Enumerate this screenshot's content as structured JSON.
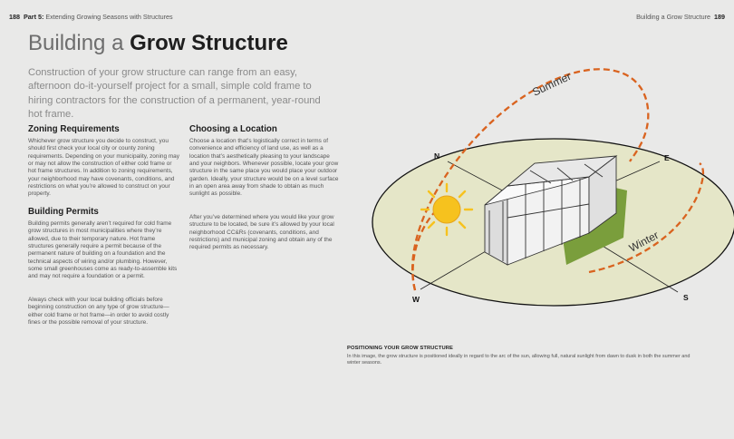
{
  "left_page": {
    "page_number": "188",
    "part_label": "Part 5:",
    "part_title": "Extending Growing Seasons with Structures"
  },
  "right_page": {
    "running_title": "Building a Grow Structure",
    "page_number": "189"
  },
  "title": {
    "light": "Building a",
    "bold": "Grow Structure"
  },
  "intro": "Construction of your grow structure can range from an easy, afternoon do-it-yourself project for a small, simple cold frame to hiring contractors for the construction of a permanent, year-round hot frame.",
  "sections": {
    "zoning": {
      "heading": "Zoning Requirements",
      "body": "Whichever grow structure you decide to construct, you should first check your local city or county zoning requirements. Depending on your municipality, zoning may or may not allow the construction of either cold frame or hot frame structures. In addition to zoning requirements, your neighborhood may have covenants, conditions, and restrictions on what you’re allowed to construct on your property."
    },
    "permits": {
      "heading": "Building Permits",
      "body1": "Building permits generally aren’t required for cold frame grow structures in most municipalities where they’re allowed, due to their temporary nature. Hot frame structures generally require a permit because of the permanent nature of building on a foundation and the technical aspects of wiring and/or plumbing. However, some small greenhouses come as ready-to-assemble kits and may not require a foundation or a permit.",
      "body2": "Always check with your local building officials before beginning construction on any type of grow structure—either cold frame or hot frame—in order to avoid costly fines or the possible removal of your structure."
    },
    "location": {
      "heading": "Choosing a Location",
      "body1": "Choose a location that’s logistically correct in terms of convenience and efficiency of land use, as well as a location that’s aesthetically pleasing to your landscape and your neighbors. Whenever possible, locate your grow structure in the same place you would place your outdoor garden. Ideally, your structure would be on a level surface in an open area away from shade to obtain as much sunlight as possible.",
      "body2": "After you’ve determined where you would like your grow structure to be located, be sure it’s allowed by your local neighborhood CC&Rs (covenants, conditions, and restrictions) and municipal zoning and obtain any of the required permits as necessary."
    }
  },
  "figure": {
    "labels": {
      "north": "N",
      "east": "E",
      "south": "S",
      "west": "W",
      "summer": "Summer",
      "winter": "Winter"
    },
    "colors": {
      "sun_path": "#d9631f",
      "ground": "#e5e6c8",
      "shadow": "#7a9e3c",
      "sun": "#f6c21e"
    },
    "caption_title": "POSITIONING YOUR GROW STRUCTURE",
    "caption_text": "In this image, the grow structure is positioned ideally in regard to the arc of the sun, allowing full, natural sunlight from dawn to dusk in both the summer and winter seasons."
  }
}
